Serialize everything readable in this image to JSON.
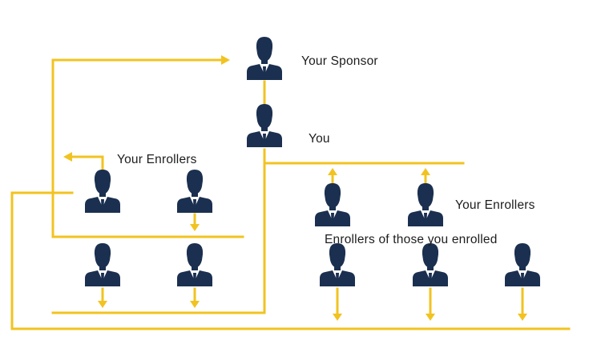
{
  "colors": {
    "person": "#1b3050",
    "line": "#f2c320",
    "text": "#1d1d1d"
  },
  "icon": "businessman-icon",
  "labels": {
    "sponsor": "Your Sponsor",
    "you": "You",
    "enrollers_left": "Your Enrollers",
    "enrollers_right": "Your Enrollers",
    "enrollers_of_enrolled": "Enrollers of those you enrolled"
  }
}
